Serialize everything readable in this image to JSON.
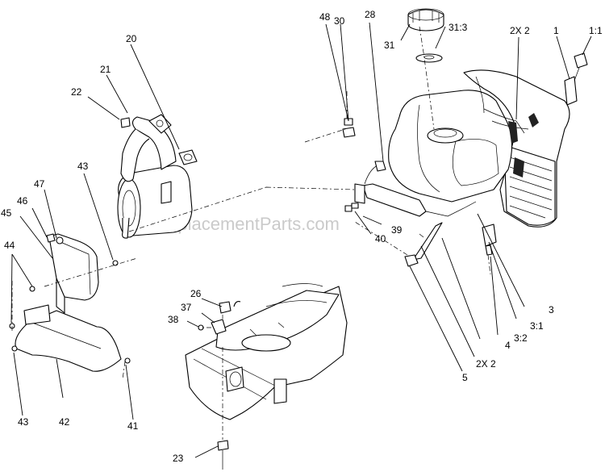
{
  "watermark": "eReplacementParts.com",
  "labels": {
    "l48": "48",
    "l30": "30",
    "l28": "28",
    "l31": "31",
    "l31_3": "31:3",
    "l2x2_top": "2X 2",
    "l1": "1",
    "l1_1": "1:1",
    "l20": "20",
    "l21": "21",
    "l22": "22",
    "l43_top": "43",
    "l47": "47",
    "l46": "46",
    "l45": "45",
    "l44": "44",
    "l39": "39",
    "l40": "40",
    "l26": "26",
    "l37": "37",
    "l38": "38",
    "l3": "3",
    "l3_1": "3:1",
    "l3_2": "3:2",
    "l4": "4",
    "l2x2_bottom": "2X 2",
    "l5": "5",
    "l43_bottom": "43",
    "l42": "42",
    "l41": "41",
    "l23": "23"
  }
}
